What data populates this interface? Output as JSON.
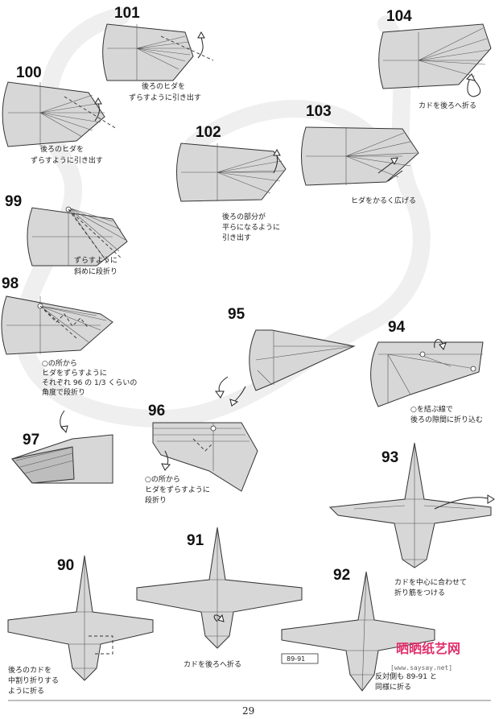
{
  "page": {
    "page_number": "29"
  },
  "steps": [
    {
      "num": "101",
      "caption": [
        "後ろのヒダを",
        "ずらすように引き出す"
      ]
    },
    {
      "num": "100",
      "caption": [
        "後ろのヒダを",
        "ずらすように引き出す"
      ]
    },
    {
      "num": "104",
      "caption": [
        "カドを後ろへ折る"
      ]
    },
    {
      "num": "102",
      "caption": [
        "後ろの部分が",
        "平らになるように",
        "引き出す"
      ]
    },
    {
      "num": "103",
      "caption": [
        "ヒダをかるく広げる"
      ]
    },
    {
      "num": "99",
      "caption": [
        "ずらすように",
        "斜めに段折り"
      ]
    },
    {
      "num": "98",
      "caption": [
        "○の所から",
        "ヒダをずらすように",
        "それぞれ 96 の 1/3 くらいの",
        "角度で段折り"
      ]
    },
    {
      "num": "95",
      "caption": []
    },
    {
      "num": "94",
      "caption": [
        "○を結ぶ線で",
        "後ろの隙間に折り込む"
      ]
    },
    {
      "num": "97",
      "caption": []
    },
    {
      "num": "96",
      "caption": [
        "○の所から",
        "ヒダをずらすように",
        "段折り"
      ]
    },
    {
      "num": "93",
      "caption": [
        "カドを中心に合わせて",
        "折り筋をつける"
      ]
    },
    {
      "num": "91",
      "caption": [
        "カドを後ろへ折る"
      ]
    },
    {
      "num": "90",
      "caption": [
        "後ろのカドを",
        "中割り折りする",
        "ように折る"
      ]
    },
    {
      "num": "92",
      "caption": [
        "反対側も 89-91 と",
        "同様に折る"
      ]
    }
  ],
  "ref_box": "89-91",
  "watermark": {
    "text": "晒晒纸艺网",
    "url": "[www.saysay.net]"
  }
}
